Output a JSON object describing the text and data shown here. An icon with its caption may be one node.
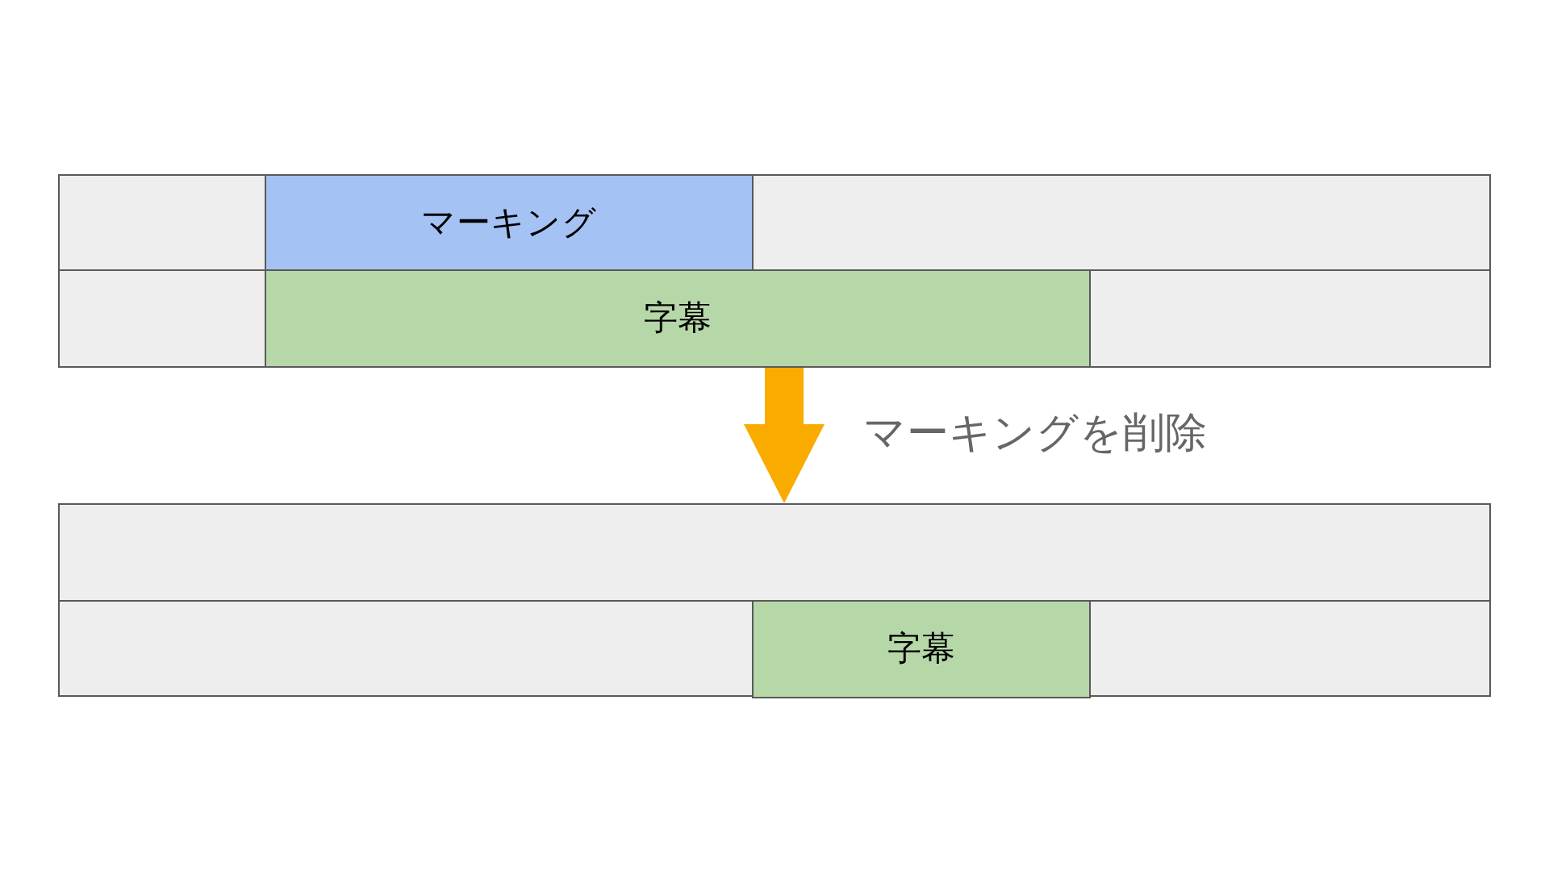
{
  "diagram": {
    "nodes": [
      {
        "text": [],
        "shape": "bar"
      },
      {
        "text": [
          "マーキング"
        ],
        "in": 0
      },
      {
        "text": [],
        "shape": "bar"
      },
      {
        "text": [
          "字幕"
        ],
        "in": 2
      },
      {
        "text": [],
        "shape": "bar"
      },
      {
        "text": [],
        "shape": "bar"
      },
      {
        "text": [
          "字幕"
        ],
        "in": 5
      }
    ],
    "edges": [
      {
        "from": 2,
        "to": 4,
        "arrow": "to",
        "label": "マーキングを削除",
        "color": "#f9ab00"
      }
    ]
  }
}
